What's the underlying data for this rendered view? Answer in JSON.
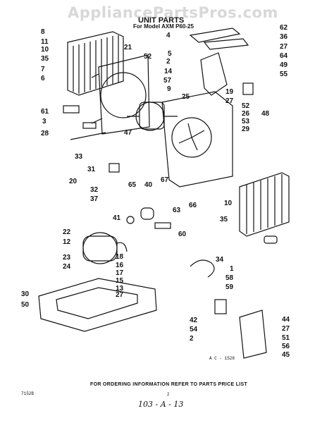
{
  "header": {
    "watermark": "AppliancePartsPros.com",
    "title": "UNIT PARTS",
    "model": "For Model AXM P60-25"
  },
  "diagram_code": "A C - 1528",
  "footer": {
    "note": "FOR ORDERING INFORMATION REFER TO PARTS PRICE LIST",
    "page_code": "7152B",
    "page_number": "2",
    "handwritten": "103 - A - 13"
  },
  "callouts": [
    "8",
    "11",
    "10",
    "35",
    "7",
    "6",
    "21",
    "52",
    "5",
    "4",
    "62",
    "36",
    "27",
    "64",
    "49",
    "55",
    "2",
    "14",
    "57",
    "9",
    "19",
    "27",
    "48",
    "25",
    "52",
    "26",
    "53",
    "29",
    "61",
    "3",
    "47",
    "28",
    "33",
    "31",
    "20",
    "32",
    "37",
    "65",
    "40",
    "67",
    "66",
    "63",
    "41",
    "60",
    "10",
    "35",
    "22",
    "12",
    "23",
    "24",
    "18",
    "16",
    "17",
    "15",
    "13",
    "27",
    "34",
    "1",
    "58",
    "59",
    "30",
    "50",
    "42",
    "54",
    "2",
    "44",
    "27",
    "51",
    "56",
    "45"
  ]
}
